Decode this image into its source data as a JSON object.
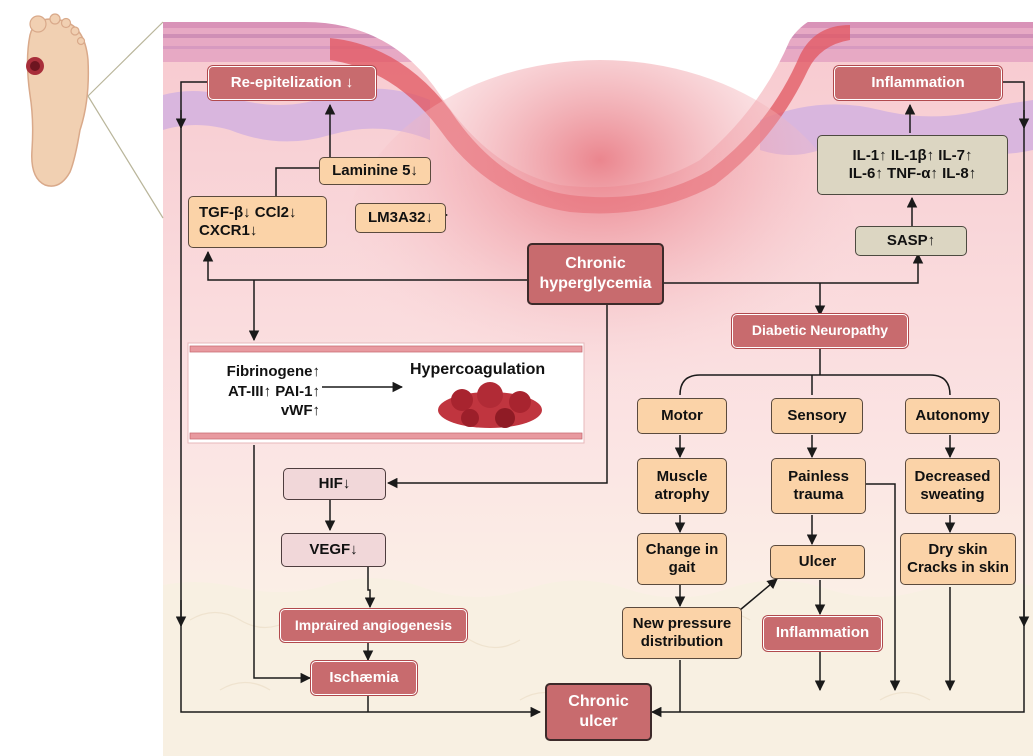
{
  "nodes": {
    "re_epitelization": "Re-epitelization ↓",
    "inflammation_top": "Inflammation",
    "laminine": "Laminine 5↓",
    "tgf": "TGF-β↓  CCl2↓\nCXCR1↓",
    "lm3a32": "LM3A32↓",
    "interleukins": "IL-1↑ IL-1β↑ IL-7↑\nIL-6↑ TNF-α↑ IL-8↑",
    "sasp": "SASP↑",
    "chronic_hyperglycemia": "Chronic\nhyperglycemia",
    "diabetic_neuropathy": "Diabetic Neuropathy",
    "coag_factors": "Fibrinogene↑\nAT-III↑ PAI-1↑\nvWF↑",
    "hypercoagulation": "Hypercoagulation",
    "motor": "Motor",
    "sensory": "Sensory",
    "autonomy": "Autonomy",
    "muscle_atrophy": "Muscle\natrophy",
    "painless_trauma": "Painless\ntrauma",
    "decreased_sweating": "Decreased\nsweating",
    "hif": "HIF↓",
    "vegf": "VEGF↓",
    "change_in_gait": "Change in\ngait",
    "ulcer": "Ulcer",
    "dry_skin": "Dry skin\nCracks in skin",
    "new_pressure": "New pressure\ndistribution",
    "impaired_angiogenesis": "Impraired angiogenesis",
    "inflammation_bottom": "Inflammation",
    "ischaemia": "Ischæmia",
    "chronic_ulcer": "Chronic\nulcer"
  },
  "colors": {
    "peach": "#fbd3a8",
    "red_box": "#c86b6e",
    "beige": "#dcd6c2",
    "pink": "#f1d7d9",
    "wound": "#e0525e",
    "skin": "#f1d0b2"
  },
  "icons": [
    "foot-icon",
    "blood-vessel-icon",
    "blood-clot-icon"
  ]
}
